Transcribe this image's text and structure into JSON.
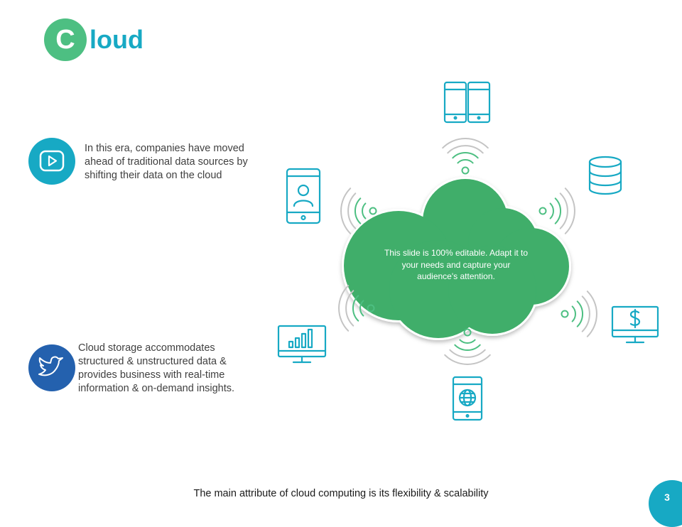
{
  "title": {
    "initial": "C",
    "rest": "loud"
  },
  "features": [
    {
      "icon": "play-icon",
      "text": "In this era, companies have moved\nahead of traditional data sources by\nshifting their data on the cloud"
    },
    {
      "icon": "twitter-bird-icon",
      "text": "Cloud storage accommodates\nstructured & unstructured  data &\nprovides business with real-time\ninformation & on-demand insights."
    }
  ],
  "cloud": {
    "text": "This slide is 100% editable. Adapt it to\nyour needs and capture your\naudience's attention."
  },
  "devices": [
    "dual-phones-icon",
    "database-icon",
    "dollar-monitor-icon",
    "globe-tablet-icon",
    "bar-chart-monitor-icon",
    "user-phone-icon"
  ],
  "footer": "The main attribute of cloud computing is its flexibility & scalability",
  "page_number": "3",
  "colors": {
    "teal": "#17a9c4",
    "green": "#4dbf82",
    "navy": "#2461ae",
    "cloud": "#3fae6a",
    "signal_green": "#4dbf82",
    "signal_gray": "#c4c4c4"
  }
}
